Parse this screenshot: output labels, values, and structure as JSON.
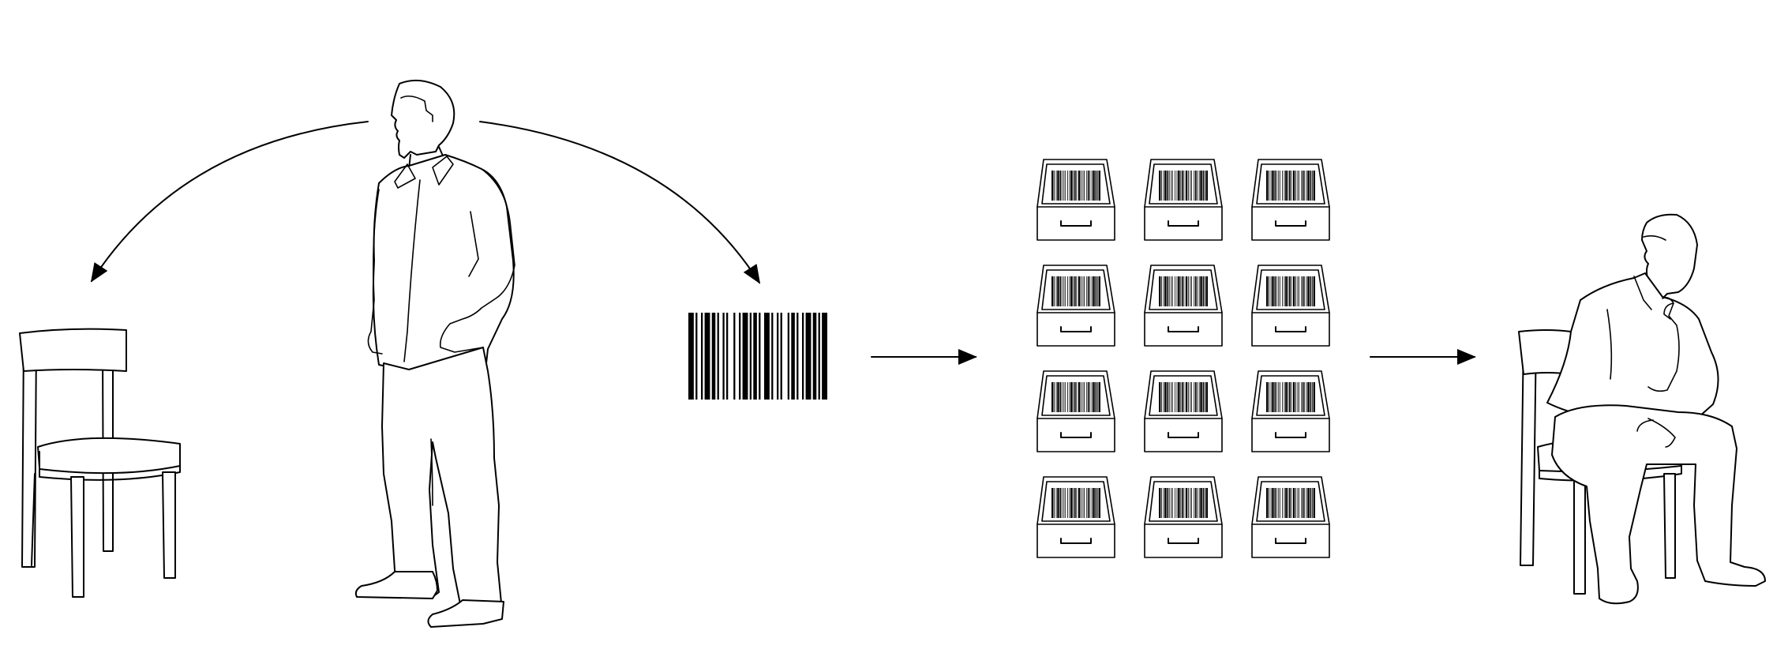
{
  "diagram": {
    "elements": [
      {
        "id": "empty-chair",
        "icon": "chair-icon"
      },
      {
        "id": "standing-man",
        "icon": "standing-person-icon"
      },
      {
        "id": "barcode",
        "icon": "barcode-icon"
      },
      {
        "id": "drawer-grid",
        "icon": "barcode-drawer-icon",
        "rows": 4,
        "columns": 3
      },
      {
        "id": "seated-man",
        "icon": "seated-person-icon"
      }
    ],
    "connections": [
      {
        "from": "standing-man",
        "to": "empty-chair",
        "style": "curved-arrow"
      },
      {
        "from": "standing-man",
        "to": "barcode",
        "style": "curved-arrow"
      },
      {
        "from": "barcode",
        "to": "drawer-grid",
        "style": "straight-arrow"
      },
      {
        "from": "drawer-grid",
        "to": "seated-man",
        "style": "straight-arrow"
      }
    ],
    "barcode_pattern": [
      3,
      1,
      1,
      2,
      1,
      1,
      3,
      1,
      2,
      1,
      1,
      2,
      1,
      1,
      1,
      3,
      1,
      2,
      1,
      1,
      3,
      1,
      1,
      1,
      2,
      1,
      1,
      2,
      3,
      1,
      1,
      2,
      1,
      1,
      1,
      3,
      1,
      1,
      2,
      1,
      1,
      2,
      1,
      1,
      3,
      1,
      2,
      1,
      1,
      1,
      3
    ],
    "colors": {
      "stroke": "#000000",
      "background": "#ffffff"
    }
  }
}
